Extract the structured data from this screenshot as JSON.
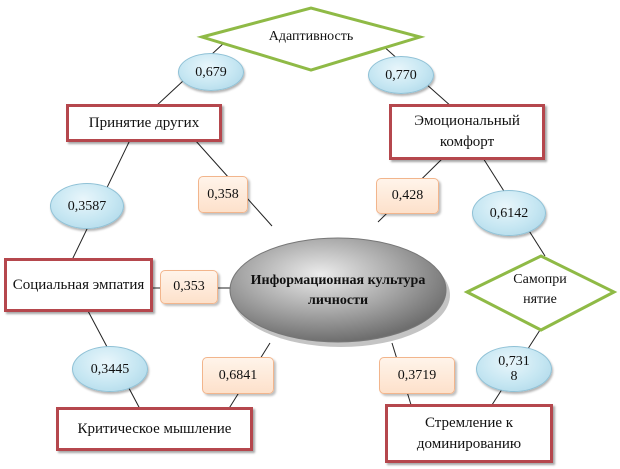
{
  "center": {
    "label": "Информационная культура личности"
  },
  "diamonds": {
    "adaptivity": "Адаптивность",
    "self_acceptance": "Самопри нятие"
  },
  "boxes": {
    "acceptance_of_others": "Принятие других",
    "emotional_comfort": "Эмоциональный комфорт",
    "social_empathy": "Социальная эмпатия",
    "critical_thinking": "Критическое мышление",
    "striving_dominance": "Стремление к доминированию"
  },
  "coefficients": {
    "adaptivity_acceptance": "0,679",
    "adaptivity_comfort": "0,770",
    "acceptance_empathy": "0,3587",
    "comfort_self": "0,6142",
    "empathy_critical": "0,3445",
    "self_dominance": "0,731 8",
    "center_acceptance": "0,358",
    "center_comfort": "0,428",
    "center_empathy": "0,353",
    "center_critical": "0,6841",
    "center_dominance": "0,3719"
  },
  "colors": {
    "box_border": "#b5474d",
    "diamond_border": "#8fba46",
    "oval_fill": "#c5e6f2",
    "peach_fill": "#fde1cb",
    "center_fill": "#9a9a9a"
  }
}
